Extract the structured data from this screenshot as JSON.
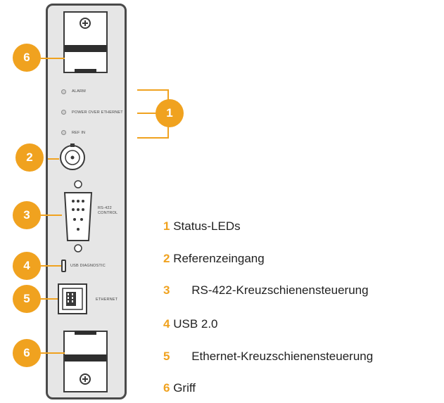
{
  "panel": {
    "labels": {
      "alarm": "ALARM",
      "power": "POWER OVER ETHERNET",
      "ref": "REF IN",
      "rs422": "RS-422\nCONTROL",
      "usb": "USB DIAGNOSTIC",
      "ethernet": "ETHERNET"
    }
  },
  "callouts": [
    "6",
    "1",
    "2",
    "3",
    "4",
    "5",
    "6"
  ],
  "legend": [
    {
      "num": "1",
      "text": "Status-LEDs"
    },
    {
      "num": "2",
      "text": "Referenzeingang"
    },
    {
      "num": "3",
      "text": "RS-422-Kreuzschienensteuerung"
    },
    {
      "num": "4",
      "text": "USB 2.0"
    },
    {
      "num": "5",
      "text": "Ethernet-Kreuzschienensteuerung"
    },
    {
      "num": "6",
      "text": "Griff"
    }
  ],
  "colors": {
    "accent": "#f0a21f",
    "outline": "#4a4a4a",
    "panel": "#e6e6e6"
  }
}
